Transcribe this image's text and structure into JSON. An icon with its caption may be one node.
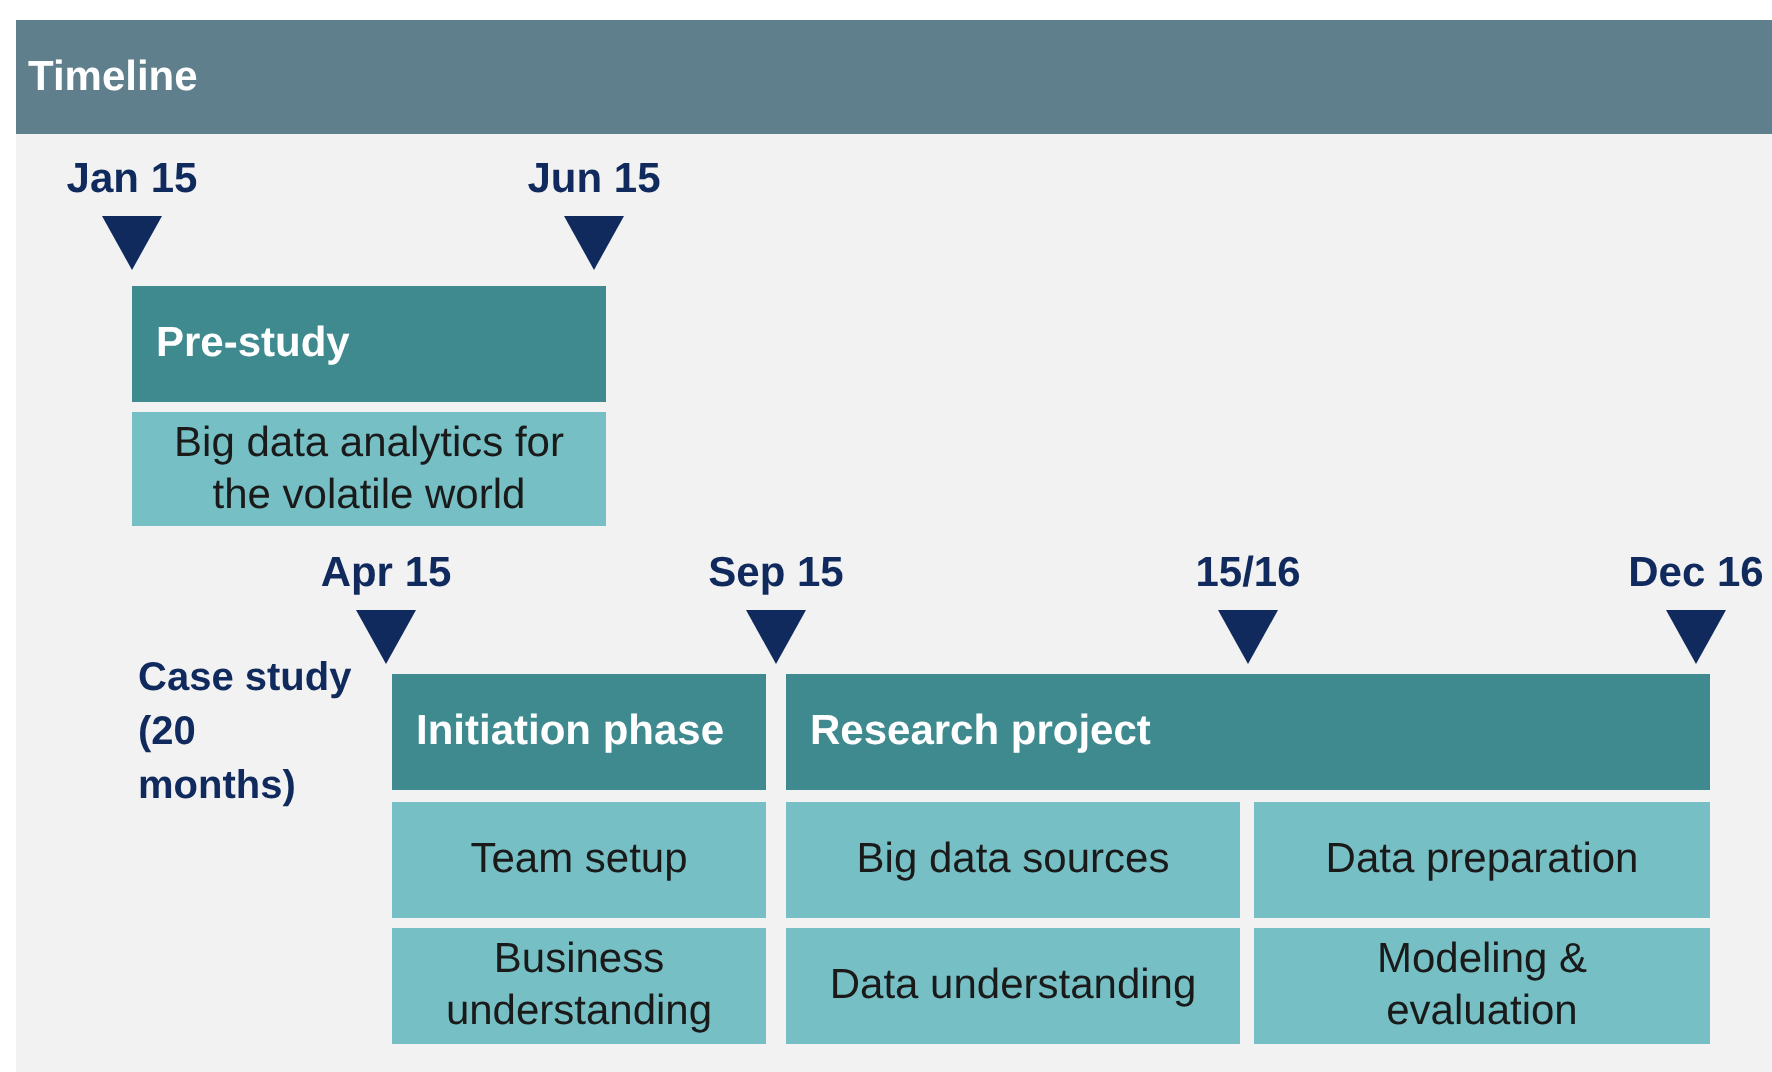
{
  "diagram": {
    "title": "Timeline",
    "nodes": [
      {
        "text": [
          "Pre-study"
        ]
      },
      {
        "text": [
          "Big data analytics for the volatile world"
        ]
      },
      {
        "text": [
          "Initiation phase"
        ]
      },
      {
        "text": [
          "Research project"
        ]
      },
      {
        "text": [
          "Team setup"
        ]
      },
      {
        "text": [
          "Big data sources"
        ]
      },
      {
        "text": [
          "Data preparation"
        ]
      },
      {
        "text": [
          "Business understanding"
        ]
      },
      {
        "text": [
          "Data understanding"
        ]
      },
      {
        "text": [
          "Modeling & evaluation"
        ]
      }
    ],
    "labels": [
      "Jan 15",
      "Jun 15",
      "Apr 15",
      "Sep 15",
      "15/16",
      "Dec 16",
      "Case study (20 months)"
    ]
  }
}
